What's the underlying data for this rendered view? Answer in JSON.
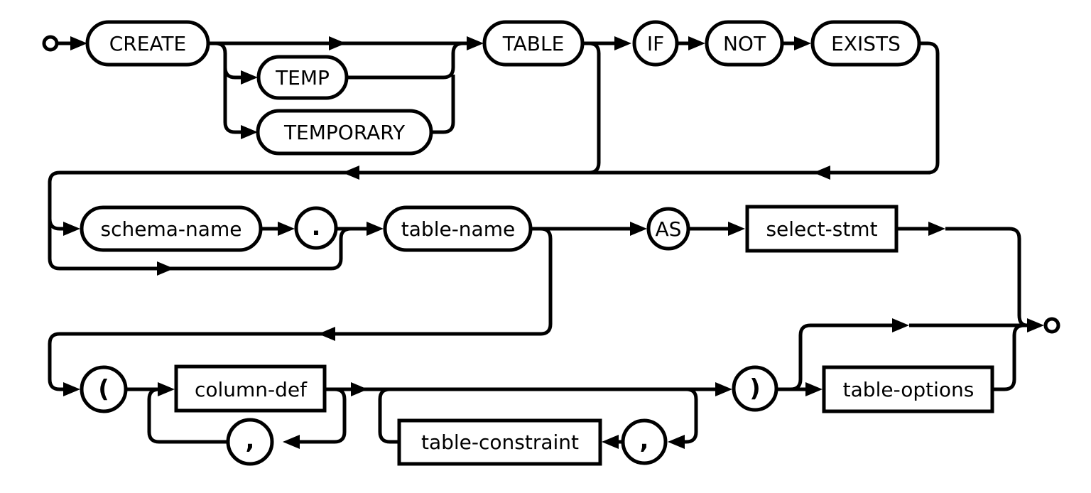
{
  "diagram": {
    "colors": {
      "stroke": "#000000",
      "background": "#ffffff"
    },
    "nodes": {
      "create": "CREATE",
      "temp": "TEMP",
      "temporary": "TEMPORARY",
      "table": "TABLE",
      "if": "IF",
      "not": "NOT",
      "exists": "EXISTS",
      "schema_name": "schema-name",
      "dot": ".",
      "table_name": "table-name",
      "as": "AS",
      "select_stmt": "select-stmt",
      "lparen": "(",
      "column_def": "column-def",
      "comma_column": ",",
      "table_constraint": "table-constraint",
      "comma_constraint": ",",
      "rparen": ")",
      "table_options": "table-options"
    }
  }
}
